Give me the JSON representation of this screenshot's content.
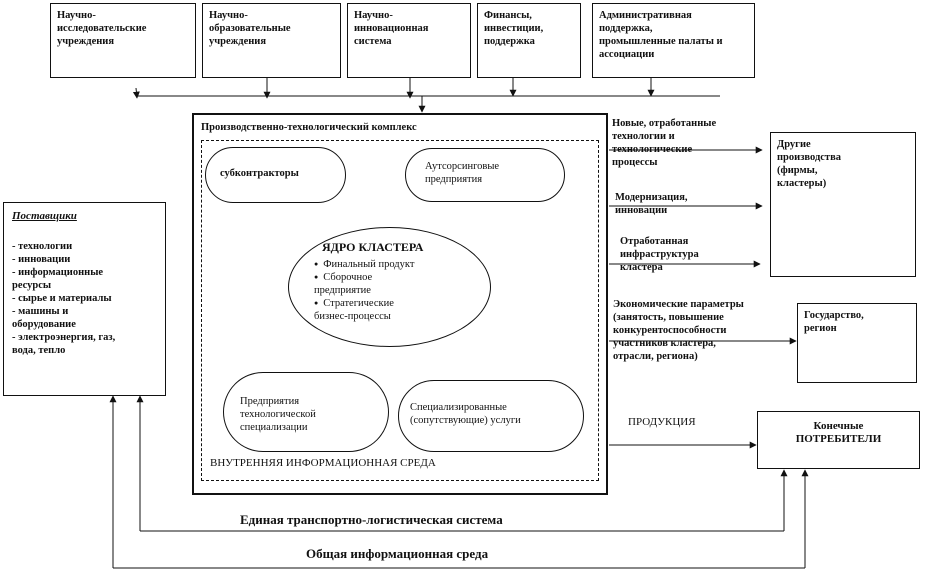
{
  "top_boxes": [
    {
      "label": "Научно-\nисследовательские\nучреждения"
    },
    {
      "label": "Научно-\nобразовательные\nучреждения"
    },
    {
      "label": "Научно-\nинновационная\nсистема"
    },
    {
      "label": "Финансы,\nинвестиции,\nподдержка"
    },
    {
      "label": "Административная\nподдержка,\nпромышленные палаты и\nассоциации"
    }
  ],
  "complex": {
    "title": "Производственно-технологический  комплекс",
    "inner_env": "ВНУТРЕННЯЯ  ИНФОРМАЦИОННАЯ  СРЕДА"
  },
  "core": {
    "title": "ЯДРО КЛАСТЕРА",
    "items": [
      "Финальный продукт",
      "Сборочное\nпредприятие",
      "Стратегические\nбизнес-процессы"
    ]
  },
  "nodes": {
    "subcontractors": "субконтракторы",
    "outsourcing": "Аутсорсинговые\nпредприятия",
    "tech_specialization": "Предприятия\nтехнологической\nспециализации",
    "specialized_services": "Специализированные\n(сопутствующие)  услуги"
  },
  "suppliers": {
    "title": "Поставщики",
    "items": "- технологии\n- инновации\n- информационные\nресурсы\n- сырье и материалы\n- машины и\nоборудование\n- электроэнергия, газ,\nвода, тепло"
  },
  "right_boxes": {
    "other_production": "Другие\nпроизводства\n(фирмы,\nкластеры)",
    "state_region": "Государство,\nрегион",
    "final_consumers": "Конечные\nПОТРЕБИТЕЛИ"
  },
  "flows": {
    "new_tech": "Новые, отработанные\nтехнологии  и\nтехнологические\nпроцессы",
    "modernization": "Модернизация,\nинновации",
    "infrastructure": "Отработанная\nинфраструктура\nкластера",
    "economic": "Экономические параметры\n(занятость, повышение\nконкурентоспособности\nучастников кластера,\nотрасли, региона)",
    "products": "ПРОДУКЦИЯ"
  },
  "bottom": {
    "transport": "Единая транспортно-логистическая система",
    "info_env": "Общая информационная среда"
  }
}
